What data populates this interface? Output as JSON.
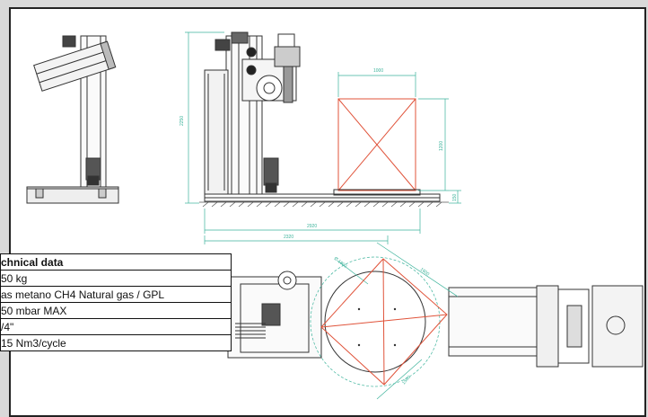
{
  "technical_data": {
    "title": "chnical data",
    "rows": [
      "50 kg",
      "as metano CH4 Natural gas / GPL",
      "50 mbar MAX",
      "/4\"",
      "15 Nm3/cycle"
    ]
  },
  "dimensions": {
    "overall_height": "2250",
    "pallet_width": "1000",
    "pallet_height": "1200",
    "base_height": "150",
    "total_length": "2920",
    "base_length": "2320",
    "diameter": "Ø 1800",
    "diag_a": "1600",
    "diag_b": "1500"
  },
  "colors": {
    "outline": "#333333",
    "dimension": "#3cb39b",
    "load": "#e0533a"
  }
}
